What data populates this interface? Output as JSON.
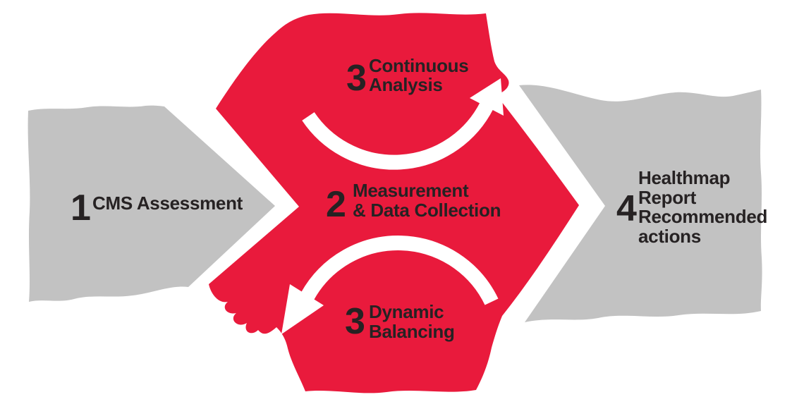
{
  "diagram": {
    "type": "process-flow",
    "colors": {
      "red": "#e91a3c",
      "gray": "#c2c2c2",
      "white": "#ffffff",
      "text": "#262223",
      "background": "#ffffff"
    },
    "steps": [
      {
        "number": "1",
        "lines": [
          "CMS Assessment"
        ]
      },
      {
        "number": "2",
        "lines": [
          "Measurement",
          "& Data Collection"
        ]
      },
      {
        "number": "3",
        "lines": [
          "Continuous",
          "Analysis"
        ]
      },
      {
        "number": "3",
        "lines": [
          "Dynamic",
          "Balancing"
        ]
      },
      {
        "number": "4",
        "lines": [
          "Healthmap",
          "Report",
          "Recommended",
          "actions"
        ]
      }
    ]
  }
}
